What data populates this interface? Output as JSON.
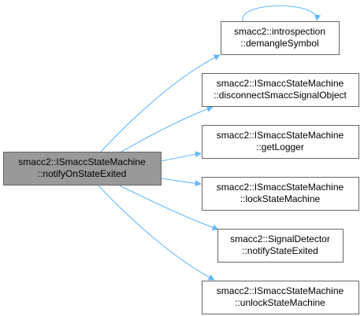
{
  "colors": {
    "edge": "#63b8ff",
    "node_fill": "#ffffff",
    "node_border": "#666666",
    "source_fill": "#999999",
    "text": "#000000"
  },
  "graph": {
    "source": {
      "id": "source",
      "lines": [
        "smacc2::ISmaccStateMachine",
        "::notifyOnStateExited"
      ]
    },
    "targets": [
      {
        "id": "t0",
        "lines": [
          "smacc2::introspection",
          "::demangleSymbol"
        ],
        "self_loop": true
      },
      {
        "id": "t1",
        "lines": [
          "smacc2::ISmaccStateMachine",
          "::disconnectSmaccSignalObject"
        ]
      },
      {
        "id": "t2",
        "lines": [
          "smacc2::ISmaccStateMachine",
          "::getLogger"
        ]
      },
      {
        "id": "t3",
        "lines": [
          "smacc2::ISmaccStateMachine",
          "::lockStateMachine"
        ]
      },
      {
        "id": "t4",
        "lines": [
          "smacc2::SignalDetector",
          "::notifyStateExited"
        ]
      },
      {
        "id": "t5",
        "lines": [
          "smacc2::ISmaccStateMachine",
          "::unlockStateMachine"
        ]
      }
    ]
  }
}
